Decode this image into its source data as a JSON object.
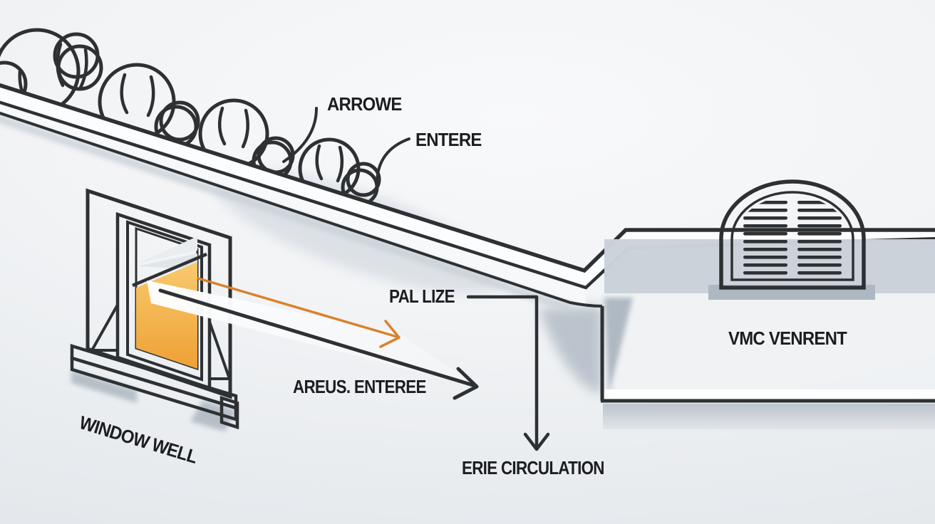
{
  "diagram": {
    "type": "house-cross-section-illustration",
    "labels": {
      "leaves_top": "ARROWE",
      "leaves_bottom": "ENTERE",
      "beam_upper": "PAL LIZE",
      "beam_lower": "AREUS. ENTEREE",
      "circulation": "ERIE CIRCULATION",
      "window_well": "WINDOW WELL",
      "vent": "VMC VENRENT"
    },
    "icons": [
      "leaves-icon",
      "sloped-roof-icon",
      "window-icon",
      "window-sill-icon",
      "light-beam-icon",
      "orange-arrow-icon",
      "dark-arrow-icon",
      "down-arrow-icon",
      "arched-vent-icon",
      "leader-line-icon"
    ],
    "colors": {
      "outline": "#2e3134",
      "bush": "#c87d38",
      "beam_orange": "#d9822b",
      "glow_top": "#f8ca6e",
      "glow_bottom": "#efa035",
      "shadow_gray": "#aeb8c3",
      "band_gray": "#c6cdd5",
      "text": "#1b1d20",
      "background": "#f1f3f5"
    }
  }
}
